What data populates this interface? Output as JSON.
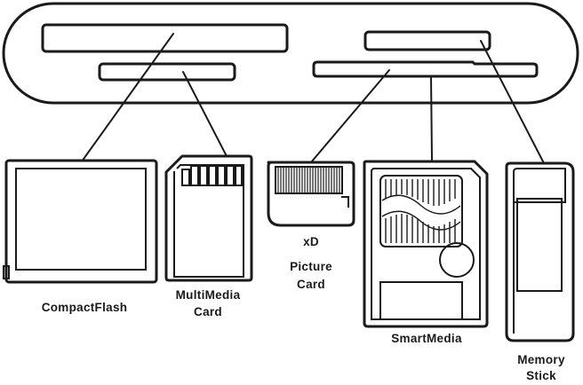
{
  "labels": {
    "compactflash": "CompactFlash",
    "multimedia_line1": "MultiMedia",
    "multimedia_line2": "Card",
    "xd_line1": "xD",
    "xd_line2": "Picture",
    "xd_line3": "Card",
    "smartmedia": "SmartMedia",
    "memorystick_line1": "Memory",
    "memorystick_line2": "Stick"
  },
  "colors": {
    "ink": "#1a1a1a",
    "background": "#ffffff"
  },
  "icons": [
    "card-reader-icon",
    "compactflash-card-icon",
    "multimedia-card-icon",
    "xd-card-icon",
    "smartmedia-card-icon",
    "memory-stick-icon"
  ]
}
